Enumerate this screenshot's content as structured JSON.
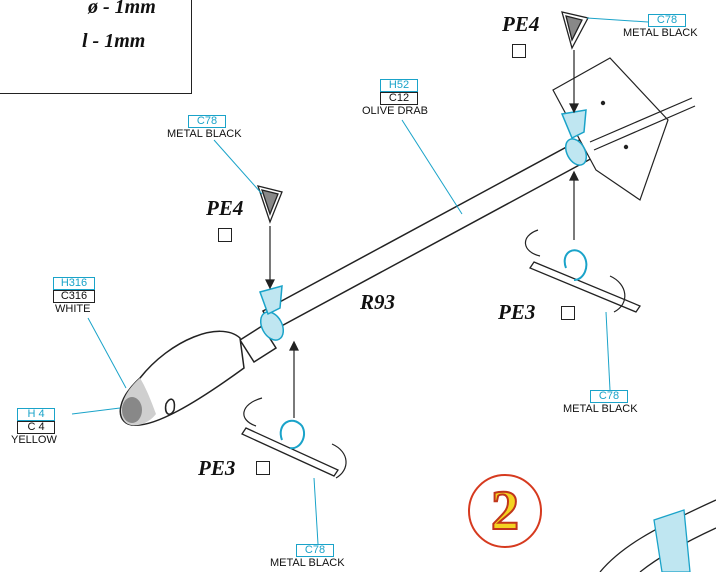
{
  "spec": {
    "diameter": "ø - 1mm",
    "length": "l - 1mm"
  },
  "paints": {
    "c78": {
      "code": "C78",
      "name": "METAL BLACK"
    },
    "olive": {
      "h": "H52",
      "c": "C12",
      "name": "OLIVE DRAB"
    },
    "white": {
      "h": "H316",
      "c": "C316",
      "name": "WHITE"
    },
    "yellow": {
      "h": "H 4",
      "c": "C 4",
      "name": "YELLOW"
    }
  },
  "parts": {
    "pe4": "PE4",
    "pe3": "PE3",
    "r93": "R93"
  },
  "step_number": "2",
  "colors": {
    "leader": "#1aa3c9",
    "step_ring": "#d63a1f",
    "step_fill": "#f4d321"
  },
  "icons": {
    "fold": "fold-icon"
  }
}
